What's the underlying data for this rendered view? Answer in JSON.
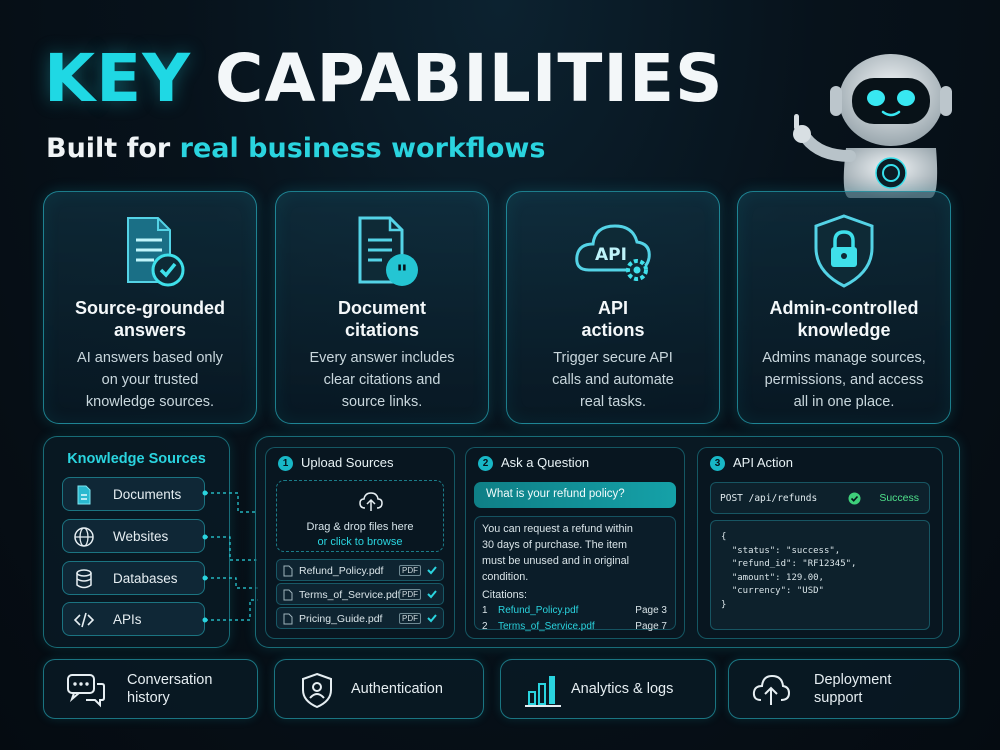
{
  "title": {
    "part1": "KEY",
    "part2": "CAPABILITIES"
  },
  "subtitle": {
    "prefix": "Built for ",
    "accent": "real business workflows"
  },
  "cards": [
    {
      "icon": "document-check-icon",
      "title": "Source-grounded\nanswers",
      "desc": "AI answers based only\non your trusted\nknowledge sources."
    },
    {
      "icon": "document-quote-icon",
      "title": "Document\ncitations",
      "desc": "Every answer includes\nclear citations and\nsource links."
    },
    {
      "icon": "api-cloud-gear-icon",
      "title": "API\nactions",
      "desc": "Trigger secure API\ncalls and automate\nreal tasks."
    },
    {
      "icon": "shield-lock-icon",
      "title": "Admin-controlled\nknowledge",
      "desc": "Admins manage sources,\npermissions, and access\nall in one place."
    }
  ],
  "knowledge_sources": {
    "title": "Knowledge Sources",
    "items": [
      {
        "icon": "document-icon",
        "label": "Documents"
      },
      {
        "icon": "globe-icon",
        "label": "Websites"
      },
      {
        "icon": "database-icon",
        "label": "Databases"
      },
      {
        "icon": "code-icon",
        "label": "APIs"
      }
    ]
  },
  "upload": {
    "step": "1",
    "title": "Upload Sources",
    "drop_line1": "Drag & drop files here",
    "drop_line2": "or click to browse",
    "files": [
      {
        "name": "Refund_Policy.pdf",
        "badge": "PDF"
      },
      {
        "name": "Terms_of_Service.pdf",
        "badge": "PDF"
      },
      {
        "name": "Pricing_Guide.pdf",
        "badge": "PDF"
      }
    ]
  },
  "ask": {
    "step": "2",
    "title": "Ask a Question",
    "question": "What is your refund policy?",
    "answer": "You can request a refund within\n30 days of purchase. The item\nmust be unused and in original\ncondition.",
    "citations_label": "Citations:",
    "citations": [
      {
        "n": "1",
        "file": "Refund_Policy.pdf",
        "page": "Page 3"
      },
      {
        "n": "2",
        "file": "Terms_of_Service.pdf",
        "page": "Page 7"
      }
    ]
  },
  "api": {
    "step": "3",
    "title": "API Action",
    "request": "POST /api/refunds",
    "status": "Success",
    "json_lines": [
      "{",
      "  \"status\": \"success\",",
      "  \"refund_id\": \"RF12345\",",
      "  \"amount\": 129.00,",
      "  \"currency\": \"USD\"",
      "}"
    ]
  },
  "features": [
    {
      "icon": "chat-bubbles-icon",
      "label": "Conversation\nhistory"
    },
    {
      "icon": "shield-user-icon",
      "label": "Authentication"
    },
    {
      "icon": "bar-chart-icon",
      "label": "Analytics & logs"
    },
    {
      "icon": "cloud-upload-icon",
      "label": "Deployment\nsupport"
    }
  ],
  "colors": {
    "accent": "#2ad4df",
    "background": "#07121b",
    "success": "#4fe08a"
  }
}
